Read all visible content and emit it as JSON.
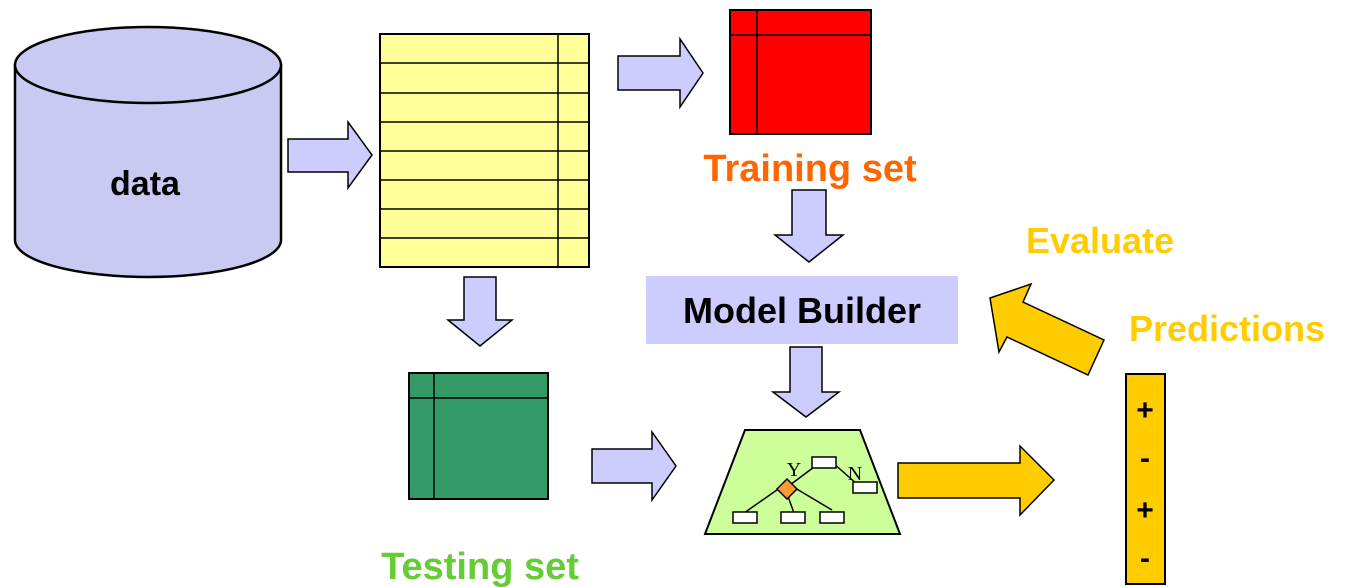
{
  "labels": {
    "data": "data",
    "training_set": "Training set",
    "testing_set": "Testing set",
    "model_builder": "Model Builder",
    "evaluate": "Evaluate",
    "predictions": "Predictions"
  },
  "tree": {
    "yes": "Y",
    "no": "N"
  },
  "prediction_values": [
    "+",
    "-",
    "+",
    "-"
  ],
  "colors": {
    "cylinder": "#c9c9f2",
    "data_table": "#ffff99",
    "training_table": "#ff0000",
    "testing_table": "#339966",
    "model_box": "#ccccff",
    "tree_panel": "#ccff99",
    "decision_node": "#ff9933",
    "arrow_lavender": "#ccccff",
    "arrow_gold": "#ffcc00",
    "training_label": "#ff6600",
    "testing_label": "#66cc33",
    "evaluate_label": "#ffcc00"
  }
}
